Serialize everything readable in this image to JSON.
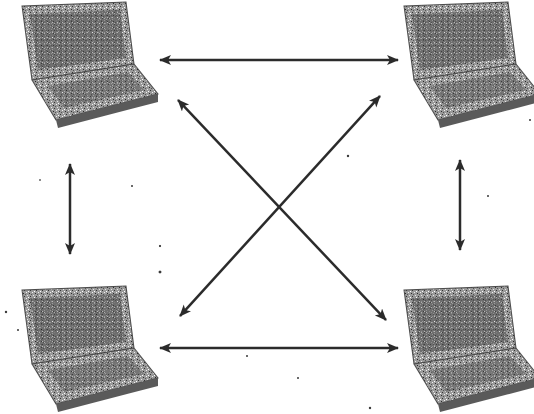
{
  "diagram": {
    "nodes": [
      {
        "id": "top-left",
        "icon": "laptop-icon"
      },
      {
        "id": "top-right",
        "icon": "laptop-icon"
      },
      {
        "id": "bottom-left",
        "icon": "laptop-icon"
      },
      {
        "id": "bottom-right",
        "icon": "laptop-icon"
      }
    ],
    "connections": [
      {
        "from": "top-left",
        "to": "top-right",
        "arrowheads": "both"
      },
      {
        "from": "bottom-left",
        "to": "bottom-right",
        "arrowheads": "both"
      },
      {
        "from": "top-left",
        "to": "bottom-left",
        "arrowheads": "both"
      },
      {
        "from": "top-right",
        "to": "bottom-right",
        "arrowheads": "both"
      },
      {
        "from": "top-left",
        "to": "bottom-right",
        "arrowheads": "both"
      },
      {
        "from": "top-right",
        "to": "bottom-left",
        "arrowheads": "both"
      }
    ],
    "colors": {
      "arrow": "#2b2b2b",
      "laptop_dark": "#3c3c3c",
      "laptop_mid": "#7a7a7a",
      "laptop_light": "#bdbdbd",
      "background": "#ffffff"
    }
  }
}
